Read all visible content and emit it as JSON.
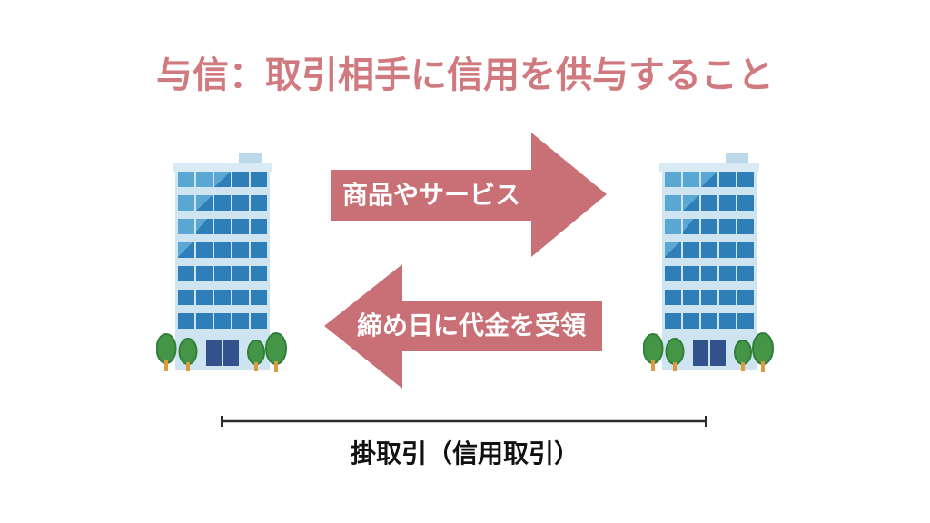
{
  "title": {
    "text": "与信：取引相手に信用を供与すること"
  },
  "diagram": {
    "top_arrow": {
      "label": "商品やサービス",
      "direction": "right"
    },
    "bottom_arrow": {
      "label": "締め日に代金を受領",
      "direction": "left"
    },
    "bracket_label": "掛取引（信用取引）",
    "left_entity_icon": "office-building",
    "right_entity_icon": "office-building"
  },
  "colors": {
    "bg": "#ffffff",
    "title-color": "#d07a80",
    "arrow-fill": "#c97076",
    "arrow-label": "#ffffff",
    "bracket-line": "#2b2b2b",
    "bracket-text": "#111111",
    "bldg-body": "#cfe4f1",
    "bldg-slab": "#daeaf5",
    "bldg-roofbox": "#bcd8eb",
    "bldg-window": "#2e7eb8",
    "bldg-window-light": "#5aa7d4",
    "bldg-door": "#33538c",
    "tree-green": "#459547",
    "tree-dark": "#2f7f3a",
    "tree-trunk": "#d89c3e"
  }
}
